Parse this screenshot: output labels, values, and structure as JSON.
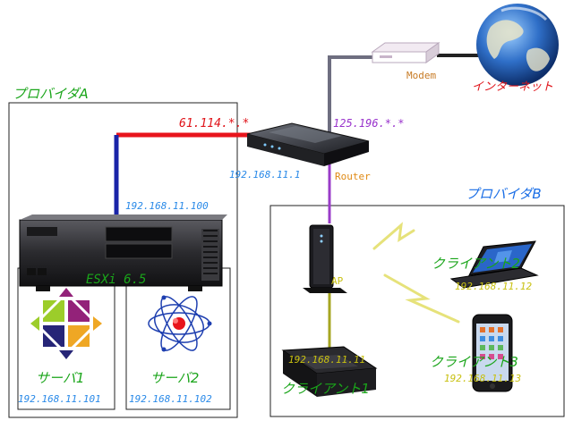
{
  "labels": {
    "provider_a": "プロバイダA",
    "provider_b": "プロバイダB",
    "internet": "インターネット",
    "modem": "Modem",
    "router": "Router",
    "ip_wan_a": "61.114.*.*",
    "ip_wan_b": "125.196.*.*",
    "ip_router_lan": "192.168.11.1",
    "ip_esxi": "192.168.11.100",
    "esxi": "ESXi 6.5",
    "server1": "サーバ1",
    "server1_ip": "192.168.11.101",
    "server2": "サーバ2",
    "server2_ip": "192.168.11.102",
    "ap": "AP",
    "client1": "クライアント1",
    "client1_ip": "192.168.11.11",
    "client2": "クライアント2",
    "client2_ip": "192.168.11.12",
    "client3": "クライアント3",
    "client3_ip": "192.168.11.13"
  },
  "colors": {
    "line_red": "#e8141c",
    "line_blue": "#1a24a8",
    "line_gray": "#6e6e80",
    "line_black": "#222222",
    "line_purple": "#9a3cc8",
    "line_olive": "#a6a622",
    "text_green": "#1aa51a",
    "text_blue": "#1a6ee6",
    "text_red": "#e0141a",
    "text_purple": "#9933cc",
    "text_orange": "#e08a14",
    "text_yellow": "#c8c010",
    "text_ip_blue": "#2a8ae8",
    "wireless": "#e6e27a"
  }
}
